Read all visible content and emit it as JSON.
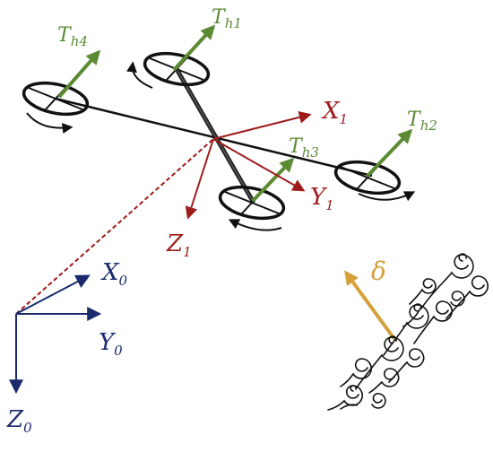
{
  "colors": {
    "thrust": "#5b8a32",
    "body_frame": "#9e1b1b",
    "inertial_frame": "#1a2a6c",
    "disturbance": "#d4a03a",
    "frame": "#111111"
  },
  "thrust_labels": [
    {
      "main": "T",
      "sub": "h1"
    },
    {
      "main": "T",
      "sub": "h2"
    },
    {
      "main": "T",
      "sub": "h3"
    },
    {
      "main": "T",
      "sub": "h4"
    }
  ],
  "body_axes": {
    "x": {
      "main": "X",
      "sub": "1"
    },
    "y": {
      "main": "Y",
      "sub": "1"
    },
    "z": {
      "main": "Z",
      "sub": "1"
    }
  },
  "inertial_axes": {
    "x": {
      "main": "X",
      "sub": "0"
    },
    "y": {
      "main": "Y",
      "sub": "0"
    },
    "z": {
      "main": "Z",
      "sub": "0"
    }
  },
  "disturbance": {
    "symbol": "δ"
  },
  "icons": [
    "wind-gust-icon",
    "rotation-arrow-icon"
  ]
}
